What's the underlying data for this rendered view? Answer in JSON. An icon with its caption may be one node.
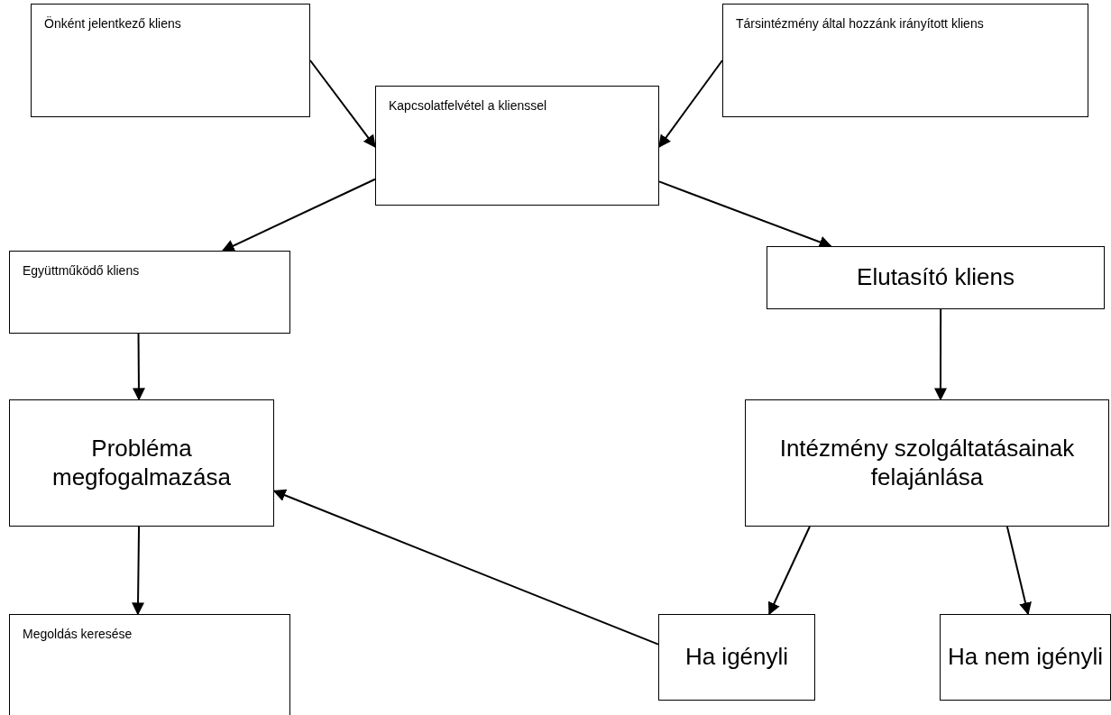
{
  "diagram": {
    "nodes": [
      {
        "text": [
          "Önként jelentkező kliens"
        ]
      },
      {
        "text": [
          "Társintézmény által hozzánk irányított kliens"
        ]
      },
      {
        "text": [
          "Kapcsolatfelvétel a klienssel"
        ]
      },
      {
        "text": [
          "Együttműködő kliens"
        ]
      },
      {
        "text": [
          "Elutasító kliens"
        ]
      },
      {
        "text": [
          "Intézmény szolgáltatásainak felajánlása"
        ]
      },
      {
        "text": [
          "Probléma megfogalmazása"
        ]
      },
      {
        "text": [
          "Megoldás keresése"
        ]
      },
      {
        "text": [
          "Ha igényli"
        ]
      },
      {
        "text": [
          "Ha nem igényli"
        ]
      }
    ],
    "edges": [
      {
        "from": 0,
        "to": 2,
        "arrow": "to"
      },
      {
        "from": 1,
        "to": 2,
        "arrow": "to"
      },
      {
        "from": 2,
        "to": 3,
        "arrow": "to"
      },
      {
        "from": 2,
        "to": 4,
        "arrow": "to"
      },
      {
        "from": 3,
        "to": 6,
        "arrow": "to"
      },
      {
        "from": 4,
        "to": 5,
        "arrow": "to"
      },
      {
        "from": 5,
        "to": 8,
        "arrow": "to"
      },
      {
        "from": 5,
        "to": 9,
        "arrow": "to"
      },
      {
        "from": 8,
        "to": 6,
        "arrow": "to"
      },
      {
        "from": 6,
        "to": 7,
        "arrow": "to"
      }
    ]
  }
}
